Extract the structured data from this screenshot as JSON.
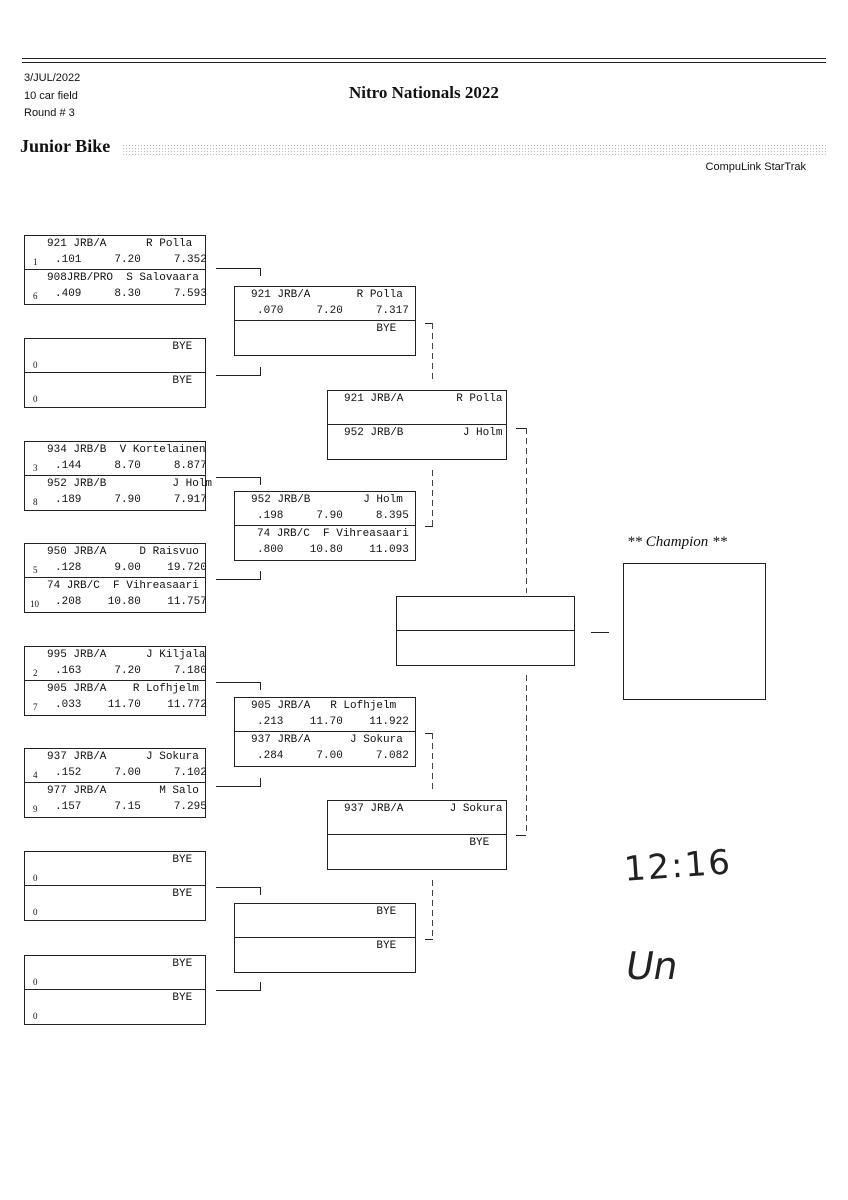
{
  "header": {
    "date": "3/JUL/2022",
    "field": "10 car field",
    "round": "Round # 3",
    "title": "Nitro Nationals 2022",
    "class_name": "Junior Bike",
    "software": "CompuLink StarTrak"
  },
  "round1": [
    {
      "top": {
        "line1": "921 JRB/A      R Polla",
        "seed": "1",
        "line2": ".101     7.20     7.352"
      },
      "bot": {
        "line1": "908JRB/PRO  S Salovaara",
        "seed": "6",
        "line2": ".409     8.30     7.593"
      }
    },
    {
      "top": {
        "line1": "                   BYE",
        "seed": "0",
        "line2": ""
      },
      "bot": {
        "line1": "                   BYE",
        "seed": "0",
        "line2": ""
      }
    },
    {
      "top": {
        "line1": "934 JRB/B  V Kortelainen",
        "seed": "3",
        "line2": ".144     8.70     8.877"
      },
      "bot": {
        "line1": "952 JRB/B          J Holm",
        "seed": "8",
        "line2": ".189     7.90     7.917"
      }
    },
    {
      "top": {
        "line1": "950 JRB/A     D Raisvuo",
        "seed": "5",
        "line2": ".128     9.00    19.720"
      },
      "bot": {
        "line1": "74 JRB/C  F Vihreasaari",
        "seed": "10",
        "line2": ".208    10.80    11.757"
      }
    },
    {
      "top": {
        "line1": "995 JRB/A      J Kiljala",
        "seed": "2",
        "line2": ".163     7.20     7.180"
      },
      "bot": {
        "line1": "905 JRB/A    R Lofhjelm",
        "seed": "7",
        "line2": ".033    11.70    11.772"
      }
    },
    {
      "top": {
        "line1": "937 JRB/A      J Sokura",
        "seed": "4",
        "line2": ".152     7.00     7.102"
      },
      "bot": {
        "line1": "977 JRB/A        M Salo",
        "seed": "9",
        "line2": ".157     7.15     7.295"
      }
    },
    {
      "top": {
        "line1": "                   BYE",
        "seed": "0",
        "line2": ""
      },
      "bot": {
        "line1": "                   BYE",
        "seed": "0",
        "line2": ""
      }
    },
    {
      "top": {
        "line1": "                   BYE",
        "seed": "0",
        "line2": ""
      },
      "bot": {
        "line1": "                   BYE",
        "seed": "0",
        "line2": ""
      }
    }
  ],
  "round2": [
    {
      "top": {
        "line1": "921 JRB/A       R Polla",
        "line2": ".070     7.20     7.317"
      },
      "bot": {
        "line1": "                   BYE",
        "line2": ""
      }
    },
    {
      "top": {
        "line1": "952 JRB/B        J Holm",
        "line2": ".198     7.90     8.395"
      },
      "bot": {
        "line1": "74 JRB/C  F Vihreasaari",
        "line2": ".800    10.80    11.093"
      }
    },
    {
      "top": {
        "line1": "905 JRB/A   R Lofhjelm",
        "line2": ".213    11.70    11.922"
      },
      "bot": {
        "line1": "937 JRB/A      J Sokura",
        "line2": ".284     7.00     7.082"
      }
    },
    {
      "top": {
        "line1": "                   BYE",
        "line2": ""
      },
      "bot": {
        "line1": "                   BYE",
        "line2": ""
      }
    }
  ],
  "round3": [
    {
      "top": {
        "line1": "921 JRB/A        R Polla"
      },
      "bot": {
        "line1": "952 JRB/B         J Holm"
      }
    },
    {
      "top": {
        "line1": "937 JRB/A       J Sokura"
      },
      "bot": {
        "line1": "                   BYE"
      }
    }
  ],
  "final": {
    "top": "",
    "bot": ""
  },
  "champion": {
    "label": "** Champion **",
    "name": ""
  },
  "handwriting": {
    "time": "12:16",
    "initials": "Un"
  }
}
